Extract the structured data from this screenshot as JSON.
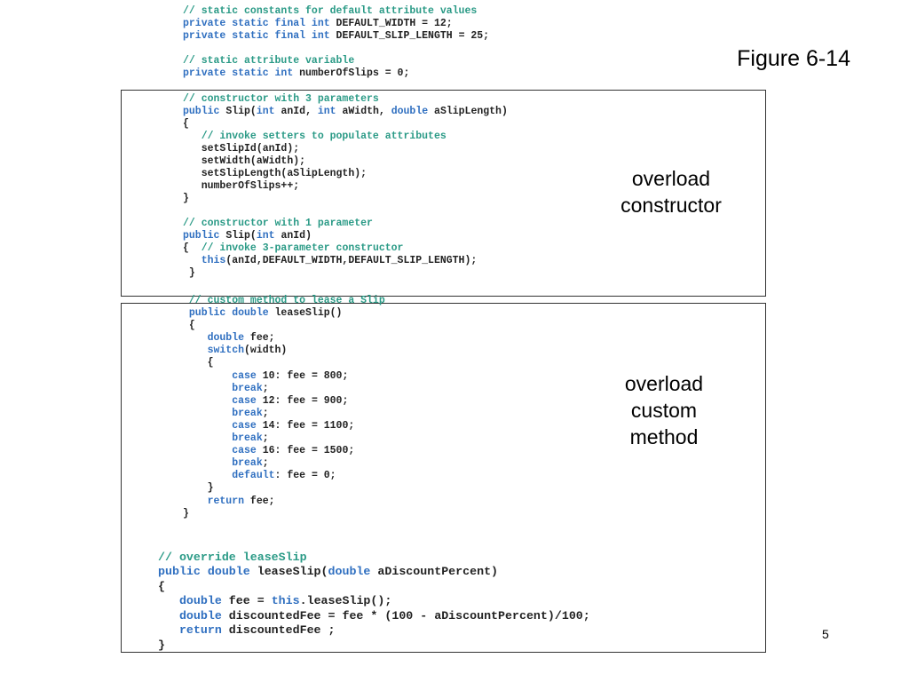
{
  "figure_label": "Figure 6-14",
  "labels": {
    "overload_constructor": "overload\nconstructor",
    "overload_method": "overload\ncustom\nmethod"
  },
  "page_number": "5",
  "code_blocks": {
    "constants": [
      [
        {
          "c": "c",
          "t": "// static constants for default attribute values"
        }
      ],
      [
        {
          "c": "k",
          "t": "private static final int"
        },
        {
          "c": "t",
          "t": " DEFAULT_WIDTH = 12;"
        }
      ],
      [
        {
          "c": "k",
          "t": "private static final int"
        },
        {
          "c": "t",
          "t": " DEFAULT_SLIP_LENGTH = 25;"
        }
      ],
      [
        {
          "c": "t",
          "t": ""
        }
      ],
      [
        {
          "c": "c",
          "t": "// static attribute variable"
        }
      ],
      [
        {
          "c": "k",
          "t": "private static int"
        },
        {
          "c": "t",
          "t": " numberOfSlips = 0;"
        }
      ]
    ],
    "constructors": [
      [
        {
          "c": "c",
          "t": "// constructor with 3 parameters"
        }
      ],
      [
        {
          "c": "k",
          "t": "public"
        },
        {
          "c": "t",
          "t": " Slip("
        },
        {
          "c": "k",
          "t": "int"
        },
        {
          "c": "t",
          "t": " anId, "
        },
        {
          "c": "k",
          "t": "int"
        },
        {
          "c": "t",
          "t": " aWidth, "
        },
        {
          "c": "k",
          "t": "double"
        },
        {
          "c": "t",
          "t": " aSlipLength)"
        }
      ],
      [
        {
          "c": "t",
          "t": "{"
        }
      ],
      [
        {
          "c": "c",
          "t": "   // invoke setters to populate attributes"
        }
      ],
      [
        {
          "c": "t",
          "t": "   setSlipId(anId);"
        }
      ],
      [
        {
          "c": "t",
          "t": "   setWidth(aWidth);"
        }
      ],
      [
        {
          "c": "t",
          "t": "   setSlipLength(aSlipLength);"
        }
      ],
      [
        {
          "c": "t",
          "t": "   numberOfSlips++;"
        }
      ],
      [
        {
          "c": "t",
          "t": "}"
        }
      ],
      [
        {
          "c": "t",
          "t": ""
        }
      ],
      [
        {
          "c": "c",
          "t": "// constructor with 1 parameter"
        }
      ],
      [
        {
          "c": "k",
          "t": "public"
        },
        {
          "c": "t",
          "t": " Slip("
        },
        {
          "c": "k",
          "t": "int"
        },
        {
          "c": "t",
          "t": " anId)"
        }
      ],
      [
        {
          "c": "t",
          "t": "{  "
        },
        {
          "c": "c",
          "t": "// invoke 3-parameter constructor"
        }
      ],
      [
        {
          "c": "k",
          "t": "   this"
        },
        {
          "c": "t",
          "t": "(anId,DEFAULT_WIDTH,DEFAULT_SLIP_LENGTH);"
        }
      ],
      [
        {
          "c": "t",
          "t": " }"
        }
      ]
    ],
    "lease_slip": [
      [
        {
          "c": "c",
          "t": " // custom method to lease a Slip"
        }
      ],
      [
        {
          "c": "k",
          "t": " public double"
        },
        {
          "c": "t",
          "t": " leaseSlip()"
        }
      ],
      [
        {
          "c": "t",
          "t": " {"
        }
      ],
      [
        {
          "c": "k",
          "t": "    double"
        },
        {
          "c": "t",
          "t": " fee;"
        }
      ],
      [
        {
          "c": "k",
          "t": "    switch"
        },
        {
          "c": "t",
          "t": "(width)"
        }
      ],
      [
        {
          "c": "t",
          "t": "    {"
        }
      ],
      [
        {
          "c": "k",
          "t": "        case"
        },
        {
          "c": "t",
          "t": " 10: fee = 800;"
        }
      ],
      [
        {
          "c": "k",
          "t": "        break"
        },
        {
          "c": "t",
          "t": ";"
        }
      ],
      [
        {
          "c": "k",
          "t": "        case"
        },
        {
          "c": "t",
          "t": " 12: fee = 900;"
        }
      ],
      [
        {
          "c": "k",
          "t": "        break"
        },
        {
          "c": "t",
          "t": ";"
        }
      ],
      [
        {
          "c": "k",
          "t": "        case"
        },
        {
          "c": "t",
          "t": " 14: fee = 1100;"
        }
      ],
      [
        {
          "c": "k",
          "t": "        break"
        },
        {
          "c": "t",
          "t": ";"
        }
      ],
      [
        {
          "c": "k",
          "t": "        case"
        },
        {
          "c": "t",
          "t": " 16: fee = 1500;"
        }
      ],
      [
        {
          "c": "k",
          "t": "        break"
        },
        {
          "c": "t",
          "t": ";"
        }
      ],
      [
        {
          "c": "k",
          "t": "        default"
        },
        {
          "c": "t",
          "t": ": fee = 0;"
        }
      ],
      [
        {
          "c": "t",
          "t": "    }"
        }
      ],
      [
        {
          "c": "k",
          "t": "    return"
        },
        {
          "c": "t",
          "t": " fee;"
        }
      ],
      [
        {
          "c": "t",
          "t": "}"
        }
      ]
    ],
    "override": [
      [
        {
          "c": "t",
          "t": ""
        }
      ],
      [
        {
          "c": "c",
          "t": "// override leaseSlip"
        }
      ],
      [
        {
          "c": "k",
          "t": "public double"
        },
        {
          "c": "t",
          "t": " leaseSlip("
        },
        {
          "c": "k",
          "t": "double"
        },
        {
          "c": "t",
          "t": " aDiscountPercent)"
        }
      ],
      [
        {
          "c": "t",
          "t": "{"
        }
      ],
      [
        {
          "c": "k",
          "t": "   double"
        },
        {
          "c": "t",
          "t": " fee = "
        },
        {
          "c": "k",
          "t": "this"
        },
        {
          "c": "t",
          "t": ".leaseSlip();"
        }
      ],
      [
        {
          "c": "k",
          "t": "   double"
        },
        {
          "c": "t",
          "t": " discountedFee = fee * (100 - aDiscountPercent)/100;"
        }
      ],
      [
        {
          "c": "k",
          "t": "   return"
        },
        {
          "c": "t",
          "t": " discountedFee ;"
        }
      ],
      [
        {
          "c": "t",
          "t": "}"
        }
      ]
    ]
  },
  "colors": {
    "comment": "#2a9a86",
    "keyword": "#2f6fc0",
    "text": "#222222",
    "border": "#333333"
  }
}
